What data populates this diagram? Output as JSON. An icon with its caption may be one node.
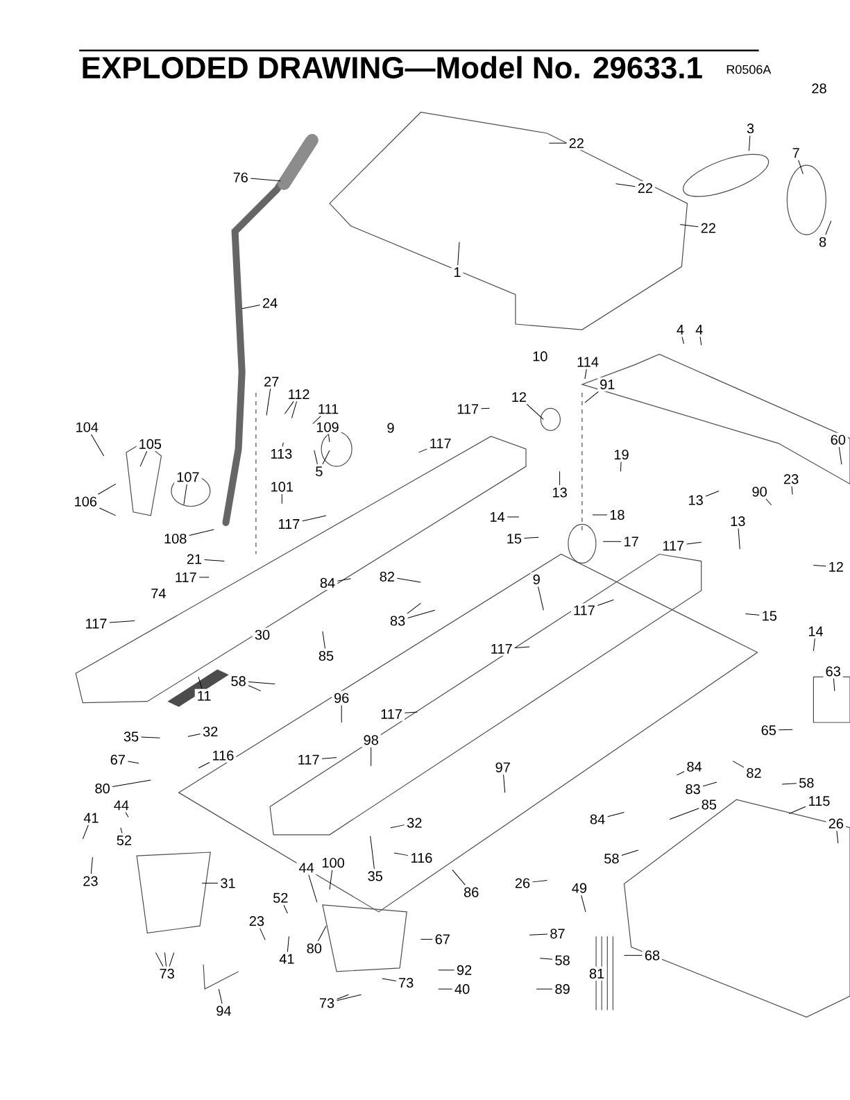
{
  "diagram": {
    "title": "EXPLODED DRAWING—Model No. 29633.1",
    "nodes": [
      {
        "text": [
          "28"
        ]
      },
      {
        "text": [
          "22"
        ]
      },
      {
        "text": [
          "22"
        ]
      },
      {
        "text": [
          "22"
        ]
      },
      {
        "text": [
          "3"
        ]
      },
      {
        "text": [
          "7"
        ]
      },
      {
        "text": [
          "76"
        ]
      },
      {
        "text": [
          "8"
        ]
      },
      {
        "text": [
          "1"
        ]
      },
      {
        "text": [
          "24"
        ]
      },
      {
        "text": [
          "4"
        ]
      },
      {
        "text": [
          "4"
        ]
      },
      {
        "text": [
          "10"
        ]
      },
      {
        "text": [
          "114"
        ]
      },
      {
        "text": [
          "27"
        ]
      },
      {
        "text": [
          "91"
        ]
      },
      {
        "text": [
          "112"
        ]
      },
      {
        "text": [
          "117"
        ]
      },
      {
        "text": [
          "12"
        ]
      },
      {
        "text": [
          "111"
        ]
      },
      {
        "text": [
          "109"
        ]
      },
      {
        "text": [
          "9"
        ]
      },
      {
        "text": [
          "117"
        ]
      },
      {
        "text": [
          "104"
        ]
      },
      {
        "text": [
          "105"
        ]
      },
      {
        "text": [
          "60"
        ]
      },
      {
        "text": [
          "113"
        ]
      },
      {
        "text": [
          "5"
        ]
      },
      {
        "text": [
          "19"
        ]
      },
      {
        "text": [
          "107"
        ]
      },
      {
        "text": [
          "101"
        ]
      },
      {
        "text": [
          "23"
        ]
      },
      {
        "text": [
          "106"
        ]
      },
      {
        "text": [
          "90"
        ]
      },
      {
        "text": [
          "13"
        ]
      },
      {
        "text": [
          "13"
        ]
      },
      {
        "text": [
          "117"
        ]
      },
      {
        "text": [
          "14"
        ]
      },
      {
        "text": [
          "18"
        ]
      },
      {
        "text": [
          "13"
        ]
      },
      {
        "text": [
          "108"
        ]
      },
      {
        "text": [
          "15"
        ]
      },
      {
        "text": [
          "17"
        ]
      },
      {
        "text": [
          "117"
        ]
      },
      {
        "text": [
          "21"
        ]
      },
      {
        "text": [
          "12"
        ]
      },
      {
        "text": [
          "117"
        ]
      },
      {
        "text": [
          "84"
        ]
      },
      {
        "text": [
          "82"
        ]
      },
      {
        "text": [
          "74"
        ]
      },
      {
        "text": [
          "9"
        ]
      },
      {
        "text": [
          "117"
        ]
      },
      {
        "text": [
          "83"
        ]
      },
      {
        "text": [
          "117"
        ]
      },
      {
        "text": [
          "15"
        ]
      },
      {
        "text": [
          "30"
        ]
      },
      {
        "text": [
          "85"
        ]
      },
      {
        "text": [
          "117"
        ]
      },
      {
        "text": [
          "14"
        ]
      },
      {
        "text": [
          "63"
        ]
      },
      {
        "text": [
          "58"
        ]
      },
      {
        "text": [
          "11"
        ]
      },
      {
        "text": [
          "96"
        ]
      },
      {
        "text": [
          "117"
        ]
      },
      {
        "text": [
          "35"
        ]
      },
      {
        "text": [
          "32"
        ]
      },
      {
        "text": [
          "65"
        ]
      },
      {
        "text": [
          "98"
        ]
      },
      {
        "text": [
          "116"
        ]
      },
      {
        "text": [
          "117"
        ]
      },
      {
        "text": [
          "67"
        ]
      },
      {
        "text": [
          "97"
        ]
      },
      {
        "text": [
          "84"
        ]
      },
      {
        "text": [
          "82"
        ]
      },
      {
        "text": [
          "58"
        ]
      },
      {
        "text": [
          "80"
        ]
      },
      {
        "text": [
          "83"
        ]
      },
      {
        "text": [
          "44"
        ]
      },
      {
        "text": [
          "115"
        ]
      },
      {
        "text": [
          "85"
        ]
      },
      {
        "text": [
          "41"
        ]
      },
      {
        "text": [
          "84"
        ]
      },
      {
        "text": [
          "26"
        ]
      },
      {
        "text": [
          "32"
        ]
      },
      {
        "text": [
          "52"
        ]
      },
      {
        "text": [
          "58"
        ]
      },
      {
        "text": [
          "116"
        ]
      },
      {
        "text": [
          "23"
        ]
      },
      {
        "text": [
          "31"
        ]
      },
      {
        "text": [
          "44"
        ]
      },
      {
        "text": [
          "100"
        ]
      },
      {
        "text": [
          "35"
        ]
      },
      {
        "text": [
          "86"
        ]
      },
      {
        "text": [
          "26"
        ]
      },
      {
        "text": [
          "49"
        ]
      },
      {
        "text": [
          "52"
        ]
      },
      {
        "text": [
          "23"
        ]
      },
      {
        "text": [
          "87"
        ]
      },
      {
        "text": [
          "67"
        ]
      },
      {
        "text": [
          "68"
        ]
      },
      {
        "text": [
          "58"
        ]
      },
      {
        "text": [
          "80"
        ]
      },
      {
        "text": [
          "41"
        ]
      },
      {
        "text": [
          "73"
        ]
      },
      {
        "text": [
          "92"
        ]
      },
      {
        "text": [
          "89"
        ]
      },
      {
        "text": [
          "73"
        ]
      },
      {
        "text": [
          "40"
        ]
      },
      {
        "text": [
          "81"
        ]
      },
      {
        "text": [
          "73"
        ]
      },
      {
        "text": [
          "94"
        ]
      }
    ],
    "edges": [
      {
        "from": 1,
        "to": null,
        "arrow": "none"
      },
      {
        "from": 2,
        "to": null,
        "arrow": "none"
      },
      {
        "from": 3,
        "to": null,
        "arrow": "none"
      },
      {
        "from": 4,
        "to": null,
        "arrow": "none"
      },
      {
        "from": 5,
        "to": null,
        "arrow": "none"
      },
      {
        "from": 6,
        "to": null,
        "arrow": "none"
      },
      {
        "from": 7,
        "to": null,
        "arrow": "none"
      },
      {
        "from": 8,
        "to": null,
        "arrow": "none"
      },
      {
        "from": 9,
        "to": null,
        "arrow": "none"
      },
      {
        "from": 10,
        "to": null,
        "arrow": "none"
      },
      {
        "from": 11,
        "to": null,
        "arrow": "none"
      },
      {
        "from": 13,
        "to": null,
        "arrow": "none"
      },
      {
        "from": 14,
        "to": null,
        "arrow": "none"
      },
      {
        "from": 15,
        "to": null,
        "arrow": "none"
      },
      {
        "from": 16,
        "to": null,
        "arrow": "none"
      },
      {
        "from": 16,
        "to": null,
        "arrow": "none"
      },
      {
        "from": 17,
        "to": null,
        "arrow": "none"
      },
      {
        "from": 18,
        "to": null,
        "arrow": "none"
      },
      {
        "from": 19,
        "to": null,
        "arrow": "none"
      },
      {
        "from": 20,
        "to": null,
        "arrow": "none"
      },
      {
        "from": 22,
        "to": null,
        "arrow": "none"
      },
      {
        "from": 23,
        "to": null,
        "arrow": "none"
      },
      {
        "from": 24,
        "to": null,
        "arrow": "none"
      },
      {
        "from": 25,
        "to": null,
        "arrow": "none"
      },
      {
        "from": 26,
        "to": null,
        "arrow": "none"
      },
      {
        "from": 27,
        "to": null,
        "arrow": "none"
      },
      {
        "from": 27,
        "to": null,
        "arrow": "none"
      },
      {
        "from": 28,
        "to": null,
        "arrow": "none"
      },
      {
        "from": 29,
        "to": null,
        "arrow": "none"
      },
      {
        "from": 30,
        "to": null,
        "arrow": "none"
      },
      {
        "from": 31,
        "to": null,
        "arrow": "none"
      },
      {
        "from": 32,
        "to": null,
        "arrow": "none"
      },
      {
        "from": 32,
        "to": null,
        "arrow": "none"
      },
      {
        "from": 33,
        "to": null,
        "arrow": "none"
      },
      {
        "from": 34,
        "to": null,
        "arrow": "none"
      },
      {
        "from": 35,
        "to": null,
        "arrow": "none"
      },
      {
        "from": 36,
        "to": null,
        "arrow": "none"
      },
      {
        "from": 37,
        "to": null,
        "arrow": "none"
      },
      {
        "from": 38,
        "to": null,
        "arrow": "none"
      },
      {
        "from": 39,
        "to": null,
        "arrow": "none"
      },
      {
        "from": 40,
        "to": null,
        "arrow": "none"
      },
      {
        "from": 41,
        "to": null,
        "arrow": "none"
      },
      {
        "from": 42,
        "to": null,
        "arrow": "none"
      },
      {
        "from": 43,
        "to": null,
        "arrow": "none"
      },
      {
        "from": 44,
        "to": null,
        "arrow": "none"
      },
      {
        "from": 45,
        "to": null,
        "arrow": "none"
      },
      {
        "from": 46,
        "to": null,
        "arrow": "none"
      },
      {
        "from": 47,
        "to": null,
        "arrow": "none"
      },
      {
        "from": 48,
        "to": null,
        "arrow": "none"
      },
      {
        "from": 50,
        "to": null,
        "arrow": "none"
      },
      {
        "from": 51,
        "to": null,
        "arrow": "none"
      },
      {
        "from": 52,
        "to": null,
        "arrow": "none"
      },
      {
        "from": 52,
        "to": null,
        "arrow": "none"
      },
      {
        "from": 53,
        "to": null,
        "arrow": "none"
      },
      {
        "from": 54,
        "to": null,
        "arrow": "none"
      },
      {
        "from": 56,
        "to": null,
        "arrow": "none"
      },
      {
        "from": 57,
        "to": null,
        "arrow": "none"
      },
      {
        "from": 58,
        "to": null,
        "arrow": "none"
      },
      {
        "from": 59,
        "to": null,
        "arrow": "none"
      },
      {
        "from": 60,
        "to": null,
        "arrow": "none"
      },
      {
        "from": 60,
        "to": null,
        "arrow": "none"
      },
      {
        "from": 61,
        "to": null,
        "arrow": "none"
      },
      {
        "from": 62,
        "to": null,
        "arrow": "none"
      },
      {
        "from": 63,
        "to": null,
        "arrow": "none"
      },
      {
        "from": 64,
        "to": null,
        "arrow": "none"
      },
      {
        "from": 65,
        "to": null,
        "arrow": "none"
      },
      {
        "from": 66,
        "to": null,
        "arrow": "none"
      },
      {
        "from": 67,
        "to": null,
        "arrow": "none"
      },
      {
        "from": 68,
        "to": null,
        "arrow": "none"
      },
      {
        "from": 69,
        "to": null,
        "arrow": "none"
      },
      {
        "from": 70,
        "to": null,
        "arrow": "none"
      },
      {
        "from": 71,
        "to": null,
        "arrow": "none"
      },
      {
        "from": 72,
        "to": null,
        "arrow": "none"
      },
      {
        "from": 73,
        "to": null,
        "arrow": "none"
      },
      {
        "from": 74,
        "to": null,
        "arrow": "none"
      },
      {
        "from": 75,
        "to": null,
        "arrow": "none"
      },
      {
        "from": 76,
        "to": null,
        "arrow": "none"
      },
      {
        "from": 77,
        "to": null,
        "arrow": "none"
      },
      {
        "from": 78,
        "to": null,
        "arrow": "none"
      },
      {
        "from": 79,
        "to": null,
        "arrow": "none"
      },
      {
        "from": 80,
        "to": null,
        "arrow": "none"
      },
      {
        "from": 81,
        "to": null,
        "arrow": "none"
      },
      {
        "from": 82,
        "to": null,
        "arrow": "none"
      },
      {
        "from": 83,
        "to": null,
        "arrow": "none"
      },
      {
        "from": 84,
        "to": null,
        "arrow": "none"
      },
      {
        "from": 85,
        "to": null,
        "arrow": "none"
      },
      {
        "from": 86,
        "to": null,
        "arrow": "none"
      },
      {
        "from": 87,
        "to": null,
        "arrow": "none"
      },
      {
        "from": 88,
        "to": null,
        "arrow": "none"
      },
      {
        "from": 89,
        "to": null,
        "arrow": "none"
      },
      {
        "from": 90,
        "to": null,
        "arrow": "none"
      },
      {
        "from": 91,
        "to": null,
        "arrow": "none"
      },
      {
        "from": 92,
        "to": null,
        "arrow": "none"
      },
      {
        "from": 93,
        "to": null,
        "arrow": "none"
      },
      {
        "from": 94,
        "to": null,
        "arrow": "none"
      },
      {
        "from": 95,
        "to": null,
        "arrow": "none"
      },
      {
        "from": 96,
        "to": null,
        "arrow": "none"
      },
      {
        "from": 97,
        "to": null,
        "arrow": "none"
      },
      {
        "from": 98,
        "to": null,
        "arrow": "none"
      },
      {
        "from": 99,
        "to": null,
        "arrow": "none"
      },
      {
        "from": 100,
        "to": null,
        "arrow": "none"
      },
      {
        "from": 101,
        "to": null,
        "arrow": "none"
      },
      {
        "from": 102,
        "to": null,
        "arrow": "none"
      },
      {
        "from": 103,
        "to": null,
        "arrow": "none"
      },
      {
        "from": 103,
        "to": null,
        "arrow": "none"
      },
      {
        "from": 103,
        "to": null,
        "arrow": "none"
      },
      {
        "from": 104,
        "to": null,
        "arrow": "none"
      },
      {
        "from": 105,
        "to": null,
        "arrow": "none"
      },
      {
        "from": 106,
        "to": null,
        "arrow": "none"
      },
      {
        "from": 107,
        "to": null,
        "arrow": "none"
      },
      {
        "from": 109,
        "to": null,
        "arrow": "none"
      },
      {
        "from": 109,
        "to": null,
        "arrow": "none"
      },
      {
        "from": 110,
        "to": null,
        "arrow": "none"
      }
    ],
    "labels": [
      "R0506A"
    ]
  }
}
